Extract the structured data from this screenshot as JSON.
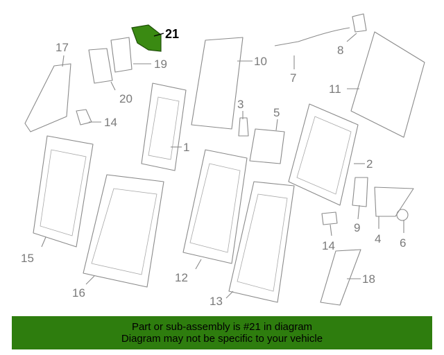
{
  "diagram": {
    "callouts": [
      "1",
      "2",
      "3",
      "4",
      "5",
      "6",
      "7",
      "8",
      "9",
      "10",
      "11",
      "12",
      "13",
      "14",
      "14",
      "15",
      "16",
      "17",
      "18",
      "19",
      "20",
      "21"
    ],
    "highlighted_part": "21",
    "highlight_color": "#3a8a12"
  },
  "banner": {
    "line1": "Part or sub-assembly is #21 in diagram",
    "line2": "Diagram may not be specific to your vehicle",
    "background": "#2e7d0e"
  }
}
